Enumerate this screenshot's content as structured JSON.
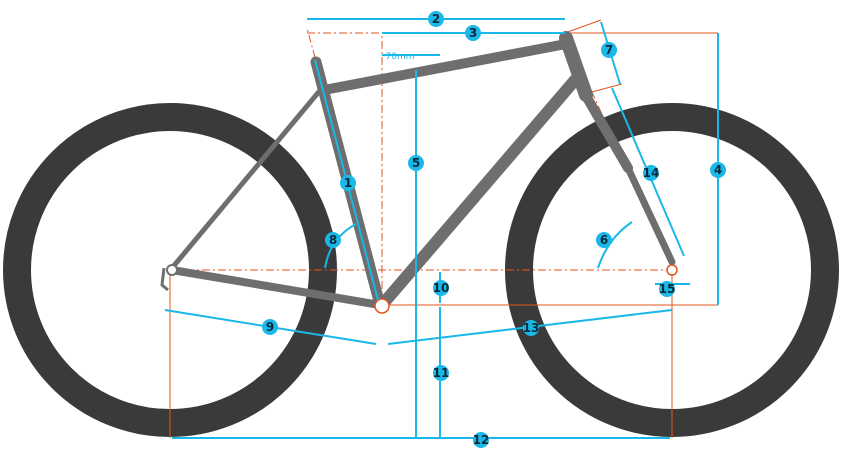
{
  "diagram": {
    "colors": {
      "dimension": "#1ab8e8",
      "reference": "#e2561d",
      "frame": "#6e6e6e",
      "tire": "#3a3a3a"
    },
    "offset_label": "70mm",
    "badges": [
      "1",
      "2",
      "3",
      "4",
      "5",
      "6",
      "7",
      "8",
      "9",
      "10",
      "11",
      "12",
      "13",
      "14",
      "15"
    ]
  }
}
